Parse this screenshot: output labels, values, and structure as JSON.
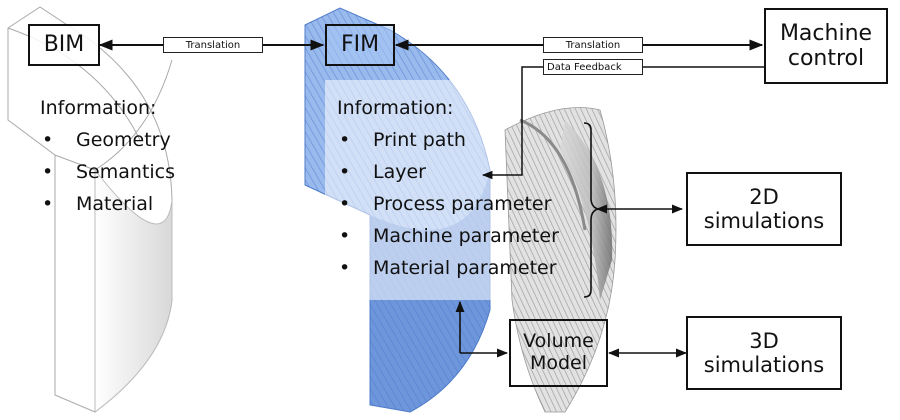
{
  "colors": {
    "fim_model": "#6f9be0",
    "fim_model_dark": "#3d6fc4",
    "arrow": "#111111",
    "print_gray": "#bdbdbd"
  },
  "nodes": {
    "bim": "BIM",
    "fim": "FIM",
    "machine_control": [
      "Machine",
      "control"
    ],
    "sim2d": [
      "2D",
      "simulations"
    ],
    "sim3d": [
      "3D",
      "simulations"
    ],
    "volume_model": [
      "Volume",
      "Model"
    ]
  },
  "edge_labels": {
    "bim_fim": "Translation",
    "fim_machine": "Translation",
    "feedback": "Data Feedback"
  },
  "bim_info": {
    "heading": "Information:",
    "bullet": "•",
    "items": [
      "Geometry",
      "Semantics",
      "Material"
    ]
  },
  "fim_info": {
    "heading": "Information:",
    "bullet": "•",
    "items": [
      "Print path",
      "Layer",
      "Process parameter",
      "Machine parameter",
      "Material parameter"
    ]
  }
}
